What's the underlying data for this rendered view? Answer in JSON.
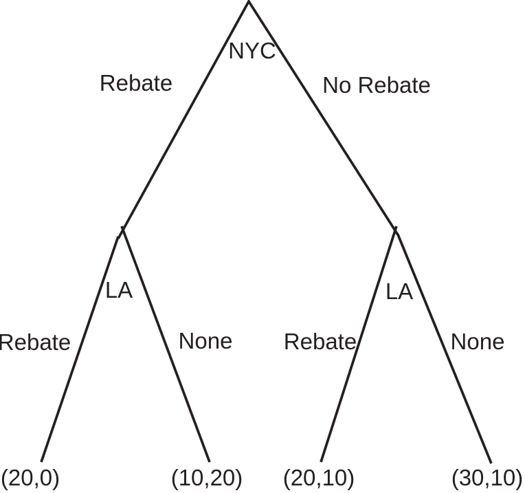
{
  "figure": {
    "kind": "game-tree",
    "background": "#ffffff",
    "line_color": "#231f20",
    "text_color": "#231f20"
  },
  "tree": {
    "root": {
      "player": "NYC",
      "left_action": "Rebate",
      "right_action": "No Rebate"
    },
    "left_subtree": {
      "player": "LA",
      "left_action": "Rebate",
      "right_action": "None",
      "left_payoff": "(20,0)",
      "right_payoff": "(10,20)"
    },
    "right_subtree": {
      "player": "LA",
      "left_action": "Rebate",
      "right_action": "None",
      "left_payoff": "(20,10)",
      "right_payoff": "(30,10)"
    }
  }
}
